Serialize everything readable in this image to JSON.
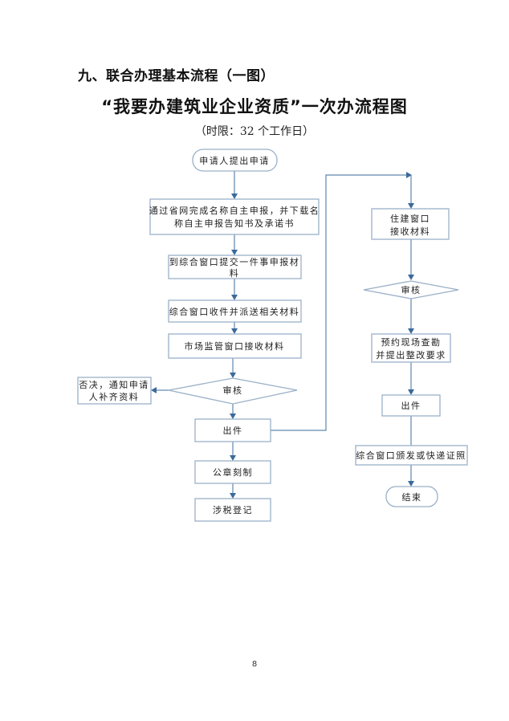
{
  "document": {
    "section_title": "九、联合办理基本流程（一图）",
    "main_title": "“我要办建筑业企业资质”一次办流程图",
    "time_limit": "（时限：32 个工作日）",
    "page_number": "8"
  },
  "flowchart": {
    "left_column": {
      "start": "申请人提出申请",
      "step1": [
        "通过省网完成名称自主申报，并下载名",
        "称自主申报告知书及承诺书"
      ],
      "step2": [
        "到综合窗口提交一件事申报材",
        "料"
      ],
      "step3": "综合窗口收件并派送相关材料",
      "step4": "市场监管窗口接收材料",
      "decision": "审核",
      "reject": [
        "否决，通知申请",
        "人补齐资料"
      ],
      "issue": "出件",
      "step5": "公章刻制",
      "step6": "涉税登记"
    },
    "right_column": {
      "step1": [
        "住建窗口",
        "接收材料"
      ],
      "decision": "审核",
      "step2": [
        "预约现场查勘",
        "并提出整改要求"
      ],
      "issue": "出件",
      "step3": "综合窗口颁发或快递证照",
      "end": "结束"
    }
  }
}
